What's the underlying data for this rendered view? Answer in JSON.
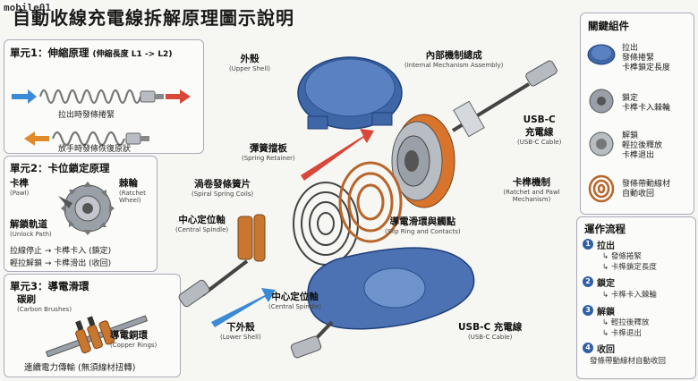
{
  "watermark": "mobile01",
  "title": "自動收線充電線拆解原理圖示說明",
  "unit1": {
    "heading": "單元1：伸縮原理",
    "heading_sub": "(伸縮長度 L1 -> L2)",
    "caption_pull": "拉出時發條捲緊",
    "caption_release": "放手時發條恢復原狀"
  },
  "unit2": {
    "heading": "單元2：卡位鎖定原理",
    "pawl_zh": "卡榫",
    "pawl_en": "(Pawl)",
    "ratchet_zh": "棘輪",
    "ratchet_en": "(Ratchet Wheel)",
    "unlock_zh": "解鎖軌道",
    "unlock_en": "(Unlock Path)",
    "line1": "拉線停止 → 卡榫卡入 (鎖定)",
    "line2": "輕拉解鎖 → 卡榫滑出 (收回)"
  },
  "unit3": {
    "heading": "單元3：導電滑環",
    "brush_zh": "碳刷",
    "brush_en": "(Carbon Brushes)",
    "copper_zh": "導電銅環",
    "copper_en": "(Copper Rings)",
    "caption": "連續電力傳輸 (無須線材扭轉)"
  },
  "parts": {
    "upper_shell": {
      "zh": "外殼",
      "en": "(Upper Shell)"
    },
    "internal": {
      "zh": "內部機制總成",
      "en": "(Internal Mechanism Assembly)"
    },
    "usbc_top": {
      "zh": "USB-C\n充電線",
      "en": "(USB-C Cable)"
    },
    "retainer": {
      "zh": "彈簧擋板",
      "en": "(Spring Retainer)"
    },
    "spiral": {
      "zh": "渦卷發條簧片",
      "en": "(Spiral Spring Coils)"
    },
    "ratchet_pawl": {
      "zh": "卡榫機制",
      "en": "(Ratchet and Pawl Mechanism)"
    },
    "spindle_left": {
      "zh": "中心定位軸",
      "en": "(Central Spindle)"
    },
    "slip_ring": {
      "zh": "導電滑環與觸點",
      "en": "(Slip Ring and Contacts)"
    },
    "spindle_mid": {
      "zh": "中心定位軸",
      "en": "(Central Spindle)"
    },
    "lower_shell": {
      "zh": "下外殼",
      "en": "(Lower Shell)"
    },
    "usbc_bottom": {
      "zh": "USB-C 充電線",
      "en": "(USB-C Cable)"
    }
  },
  "key_components": {
    "heading": "關鍵組件",
    "items": [
      {
        "lines": [
          "拉出",
          "發條捲緊",
          "卡榫鎖定長度"
        ],
        "icon": "shell-icon"
      },
      {
        "lines": [
          "鎖定",
          "卡榫卡入棘輪"
        ],
        "icon": "ratchet-icon"
      },
      {
        "lines": [
          "解鎖",
          "輕拉後釋放",
          "卡榫退出"
        ],
        "icon": "release-icon"
      },
      {
        "lines": [
          "發條帶動線材",
          "自動收回"
        ],
        "icon": "coil-icon"
      }
    ]
  },
  "workflow": {
    "heading": "運作流程",
    "steps": [
      {
        "num": "1",
        "title": "拉出",
        "subs": [
          "發條捲緊",
          "卡榫鎖定長度"
        ]
      },
      {
        "num": "2",
        "title": "鎖定",
        "subs": [
          "卡榫卡入棘輪"
        ]
      },
      {
        "num": "3",
        "title": "解鎖",
        "subs": [
          "輕拉後釋放",
          "卡榫退出"
        ]
      },
      {
        "num": "4",
        "title": "收回",
        "subs": [
          "發條帶動線材自動收回"
        ]
      }
    ]
  },
  "colors": {
    "blue": "#3f67a8",
    "orange": "#d9742c",
    "copper": "#b8652a",
    "gray": "#8a8f98",
    "arrow_red": "#d9473a"
  }
}
